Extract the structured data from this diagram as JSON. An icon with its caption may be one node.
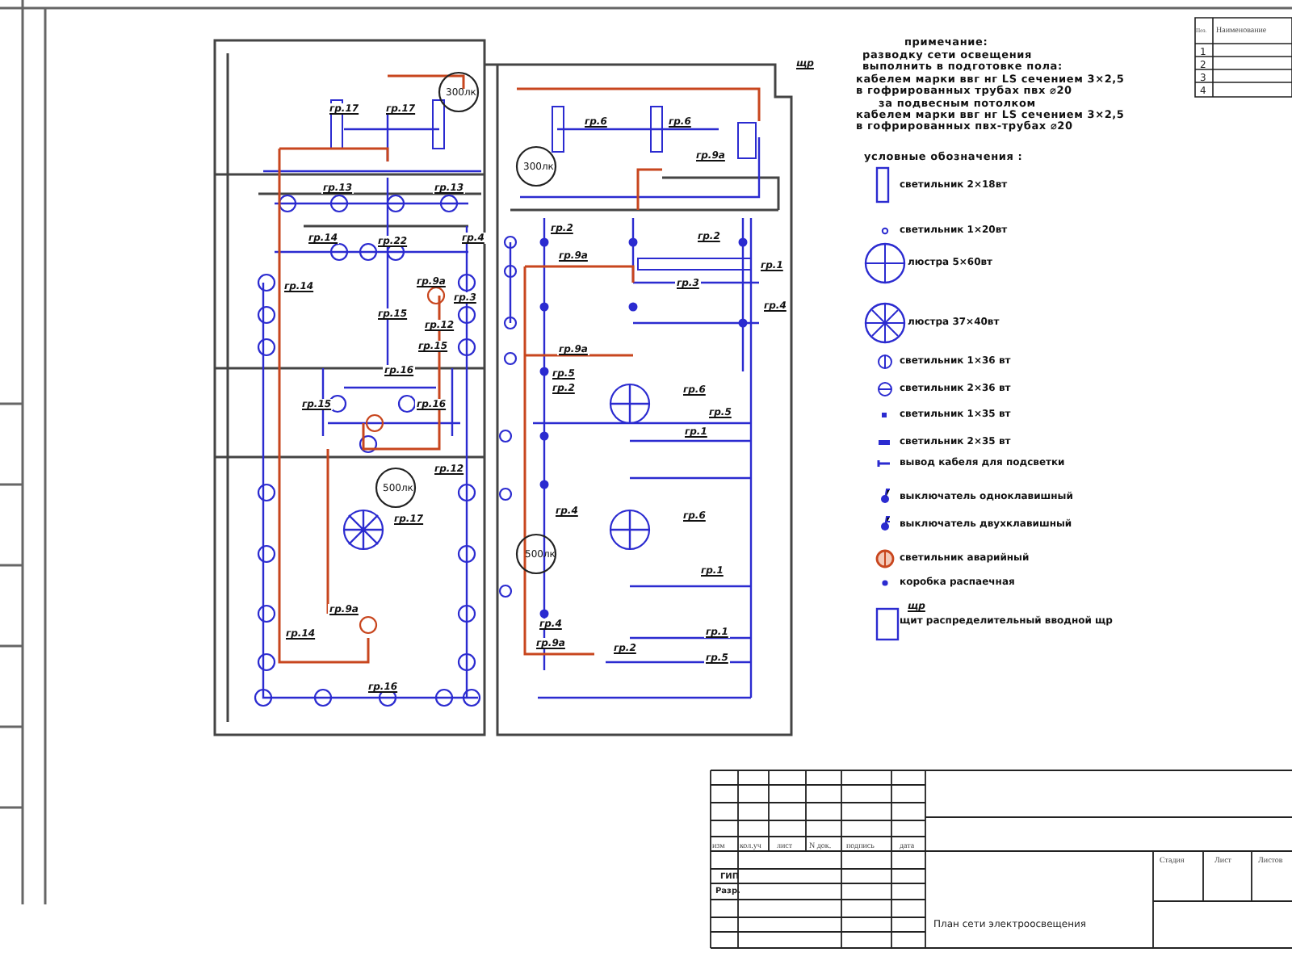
{
  "diagram": {
    "labels": [
      "гр.17",
      "гр.17",
      "300лк",
      "гр.13",
      "гр.13",
      "гр.14",
      "гр.22",
      "гр.4",
      "гр.14",
      "гр.9а",
      "гр.3",
      "гр.15",
      "гр.12",
      "гр.15",
      "гр.16",
      "гр.15",
      "гр.16",
      "500лк",
      "гр.12",
      "гр.17",
      "гр.9а",
      "гр.14",
      "гр.16",
      "гр.6",
      "гр.6",
      "300лк",
      "гр.9а",
      "гр.2",
      "гр.2",
      "гр.9а",
      "гр.3",
      "гр.1",
      "гр.4",
      "гр.9а",
      "гр.5",
      "гр.2",
      "гр.6",
      "гр.5",
      "гр.1",
      "гр.4",
      "гр.6",
      "500лк",
      "гр.1",
      "гр.4",
      "гр.9а",
      "гр.2",
      "гр.1",
      "гр.5",
      "щр",
      "примечание:",
      "разводку сети освещения выполнить в подготовке пола:",
      "кабелем марки ввг нг LS сечением 3×2,5 в гофрированных трубах пвх ⌀20",
      "за подвесным потолком",
      "кабелем марки ввг нг LS сечением 3×2,5 в гофрированных пвх-трубах ⌀20",
      "Поз.",
      "Наименование",
      "1",
      "2",
      "3",
      "4",
      "условные обозначения :",
      "щр",
      "изм",
      "кол.уч",
      "лист",
      "N док.",
      "подпись",
      "дата",
      "ГИП",
      "Разр.",
      "План сети электроосвещения",
      "Стадия",
      "Лист",
      "Листов"
    ],
    "legend": [
      {
        "text": "светильник 2×18вт"
      },
      {
        "text": "светильник 1×20вт"
      },
      {
        "text": "люстра 5×60вт"
      },
      {
        "text": "люстра 37×40вт"
      },
      {
        "text": "светильник 1×36 вт"
      },
      {
        "text": "светильник 2×36 вт"
      },
      {
        "text": "светильник 1×35 вт"
      },
      {
        "text": "светильник 2×35 вт"
      },
      {
        "text": "вывод кабеля для подсветки"
      },
      {
        "text": "выключатель одноклавишный"
      },
      {
        "text": "выключатель двухклавишный"
      },
      {
        "text": "светильник аварийный"
      },
      {
        "text": "коробка распаечная"
      },
      {
        "text": "щит распределительный вводной щр"
      }
    ]
  }
}
